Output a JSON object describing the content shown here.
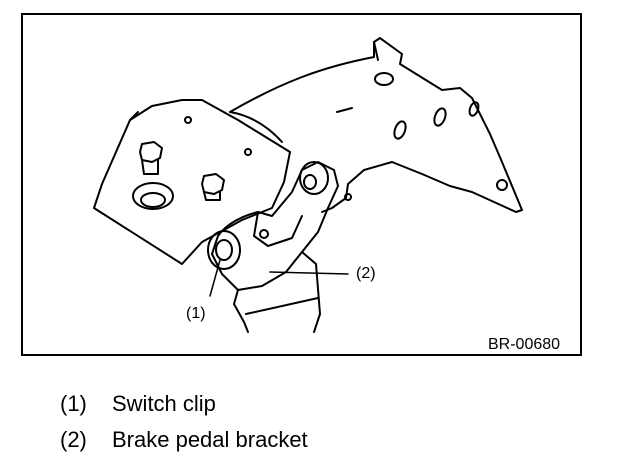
{
  "figure": {
    "reference_code": "BR-00680",
    "callouts": [
      {
        "id": "switch-clip",
        "number": "(1)"
      },
      {
        "id": "brake-pedal-bracket",
        "number": "(2)"
      }
    ]
  },
  "legend": {
    "items": [
      {
        "number": "(1)",
        "label": "Switch clip"
      },
      {
        "number": "(2)",
        "label": "Brake pedal bracket"
      }
    ]
  }
}
